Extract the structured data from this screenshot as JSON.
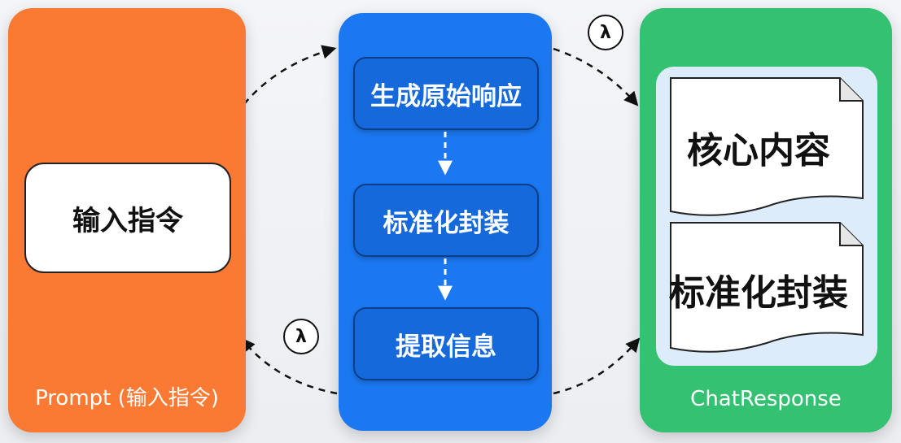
{
  "prompt_panel": {
    "input_box_label": "输入指令",
    "caption": "Prompt (输入指令)"
  },
  "model_panel": {
    "steps": [
      "生成原始响应",
      "标准化封装",
      "提取信息"
    ]
  },
  "response_panel": {
    "documents": [
      "核心内容",
      "标准化封装"
    ],
    "caption": "ChatResponse"
  },
  "connectors": {
    "lambda_symbol": "λ"
  },
  "colors": {
    "prompt_panel": "#fb7a33",
    "model_panel": "#1b78f0",
    "response_panel": "#34c171",
    "inner_box": "#dcecfb"
  }
}
